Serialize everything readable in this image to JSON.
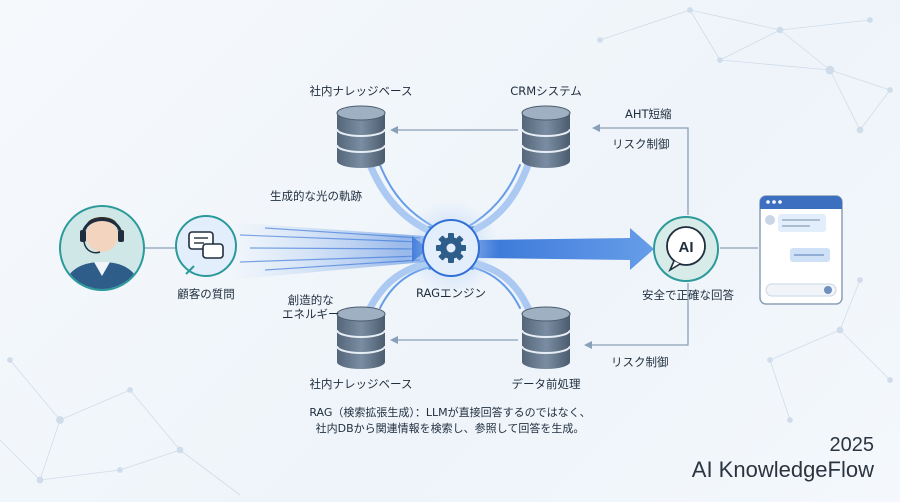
{
  "nodes": {
    "kb_top": "社内ナレッジベース",
    "crm": "CRMシステム",
    "kb_bottom": "社内ナレッジベース",
    "data_prep": "データ前処理",
    "query": "顧客の質問",
    "rag_engine": "RAGエンジン",
    "answer": "安全で正確な回答"
  },
  "annotations": {
    "light_trail": "生成的な光の軌跡",
    "energy_line1": "創造的な",
    "energy_line2": "エネルギー",
    "aht": "AHT短縮",
    "risk_top": "リスク制御",
    "risk_bottom": "リスク制御"
  },
  "badge": {
    "ai": "AI"
  },
  "description": {
    "line1": "RAG（検索拡張生成）：LLMが直接回答するのではなく、",
    "line2": "社内DBから関連情報を検索し、参照して回答を生成。"
  },
  "brand": {
    "year": "2025",
    "name": "AI KnowledgeFlow"
  },
  "colors": {
    "accent": "#2f6fd6",
    "teal": "#2c9a9a",
    "node_fill": "#e3eefc",
    "db_body": "#5e6f82"
  },
  "icons": [
    "operator-avatar-icon",
    "chat-bubbles-icon",
    "gear-icon",
    "database-icon",
    "ai-chat-icon",
    "chat-window-icon"
  ]
}
